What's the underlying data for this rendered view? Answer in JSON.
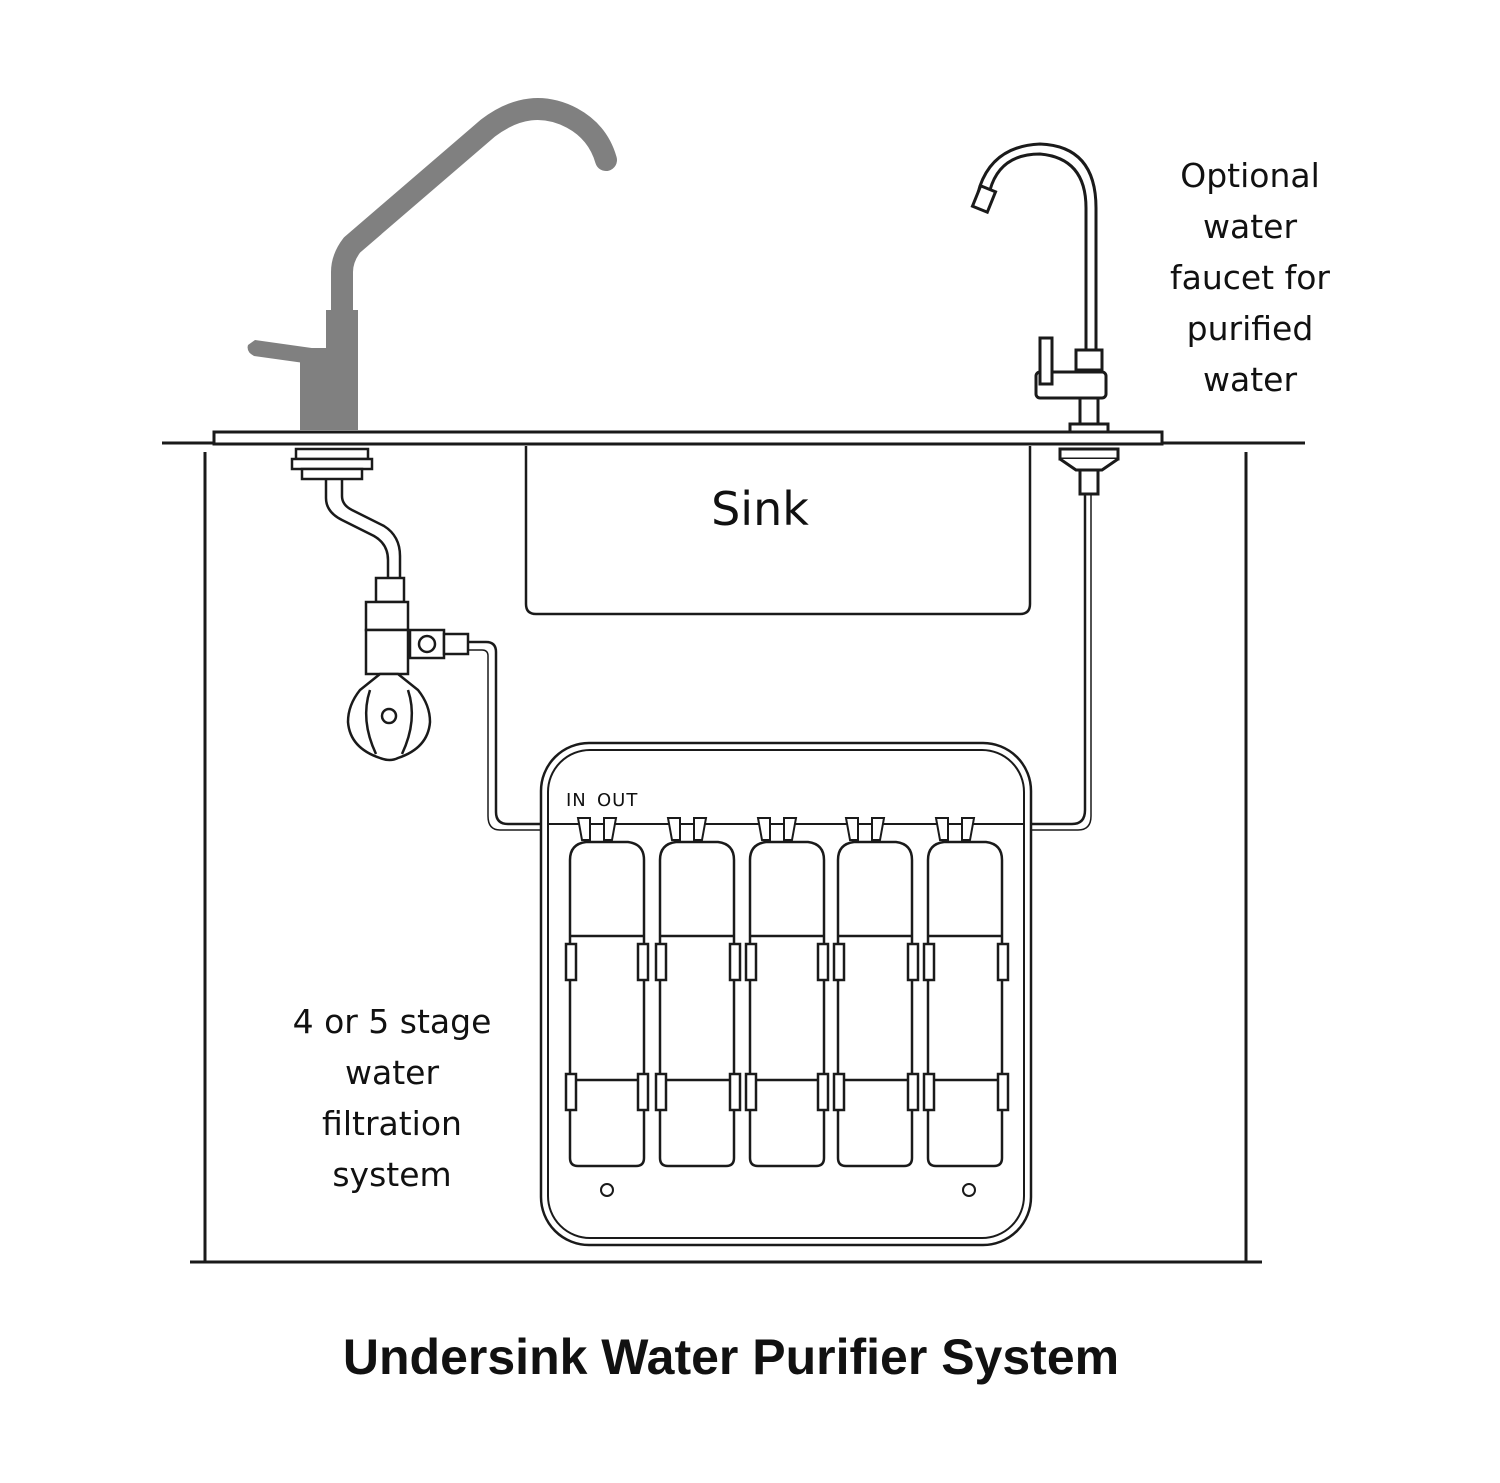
{
  "labels": {
    "optional_faucet": [
      "Optional",
      "water",
      "faucet for",
      "purified",
      "water"
    ],
    "sink": "Sink",
    "in": "IN",
    "out": "OUT",
    "filtration_system": [
      "4 or 5 stage",
      "water",
      "filtration",
      "system"
    ],
    "title": "Undersink Water Purifier System"
  },
  "colors": {
    "line": "#1a1a1a",
    "main_faucet": "#808080",
    "text": "#111111"
  }
}
